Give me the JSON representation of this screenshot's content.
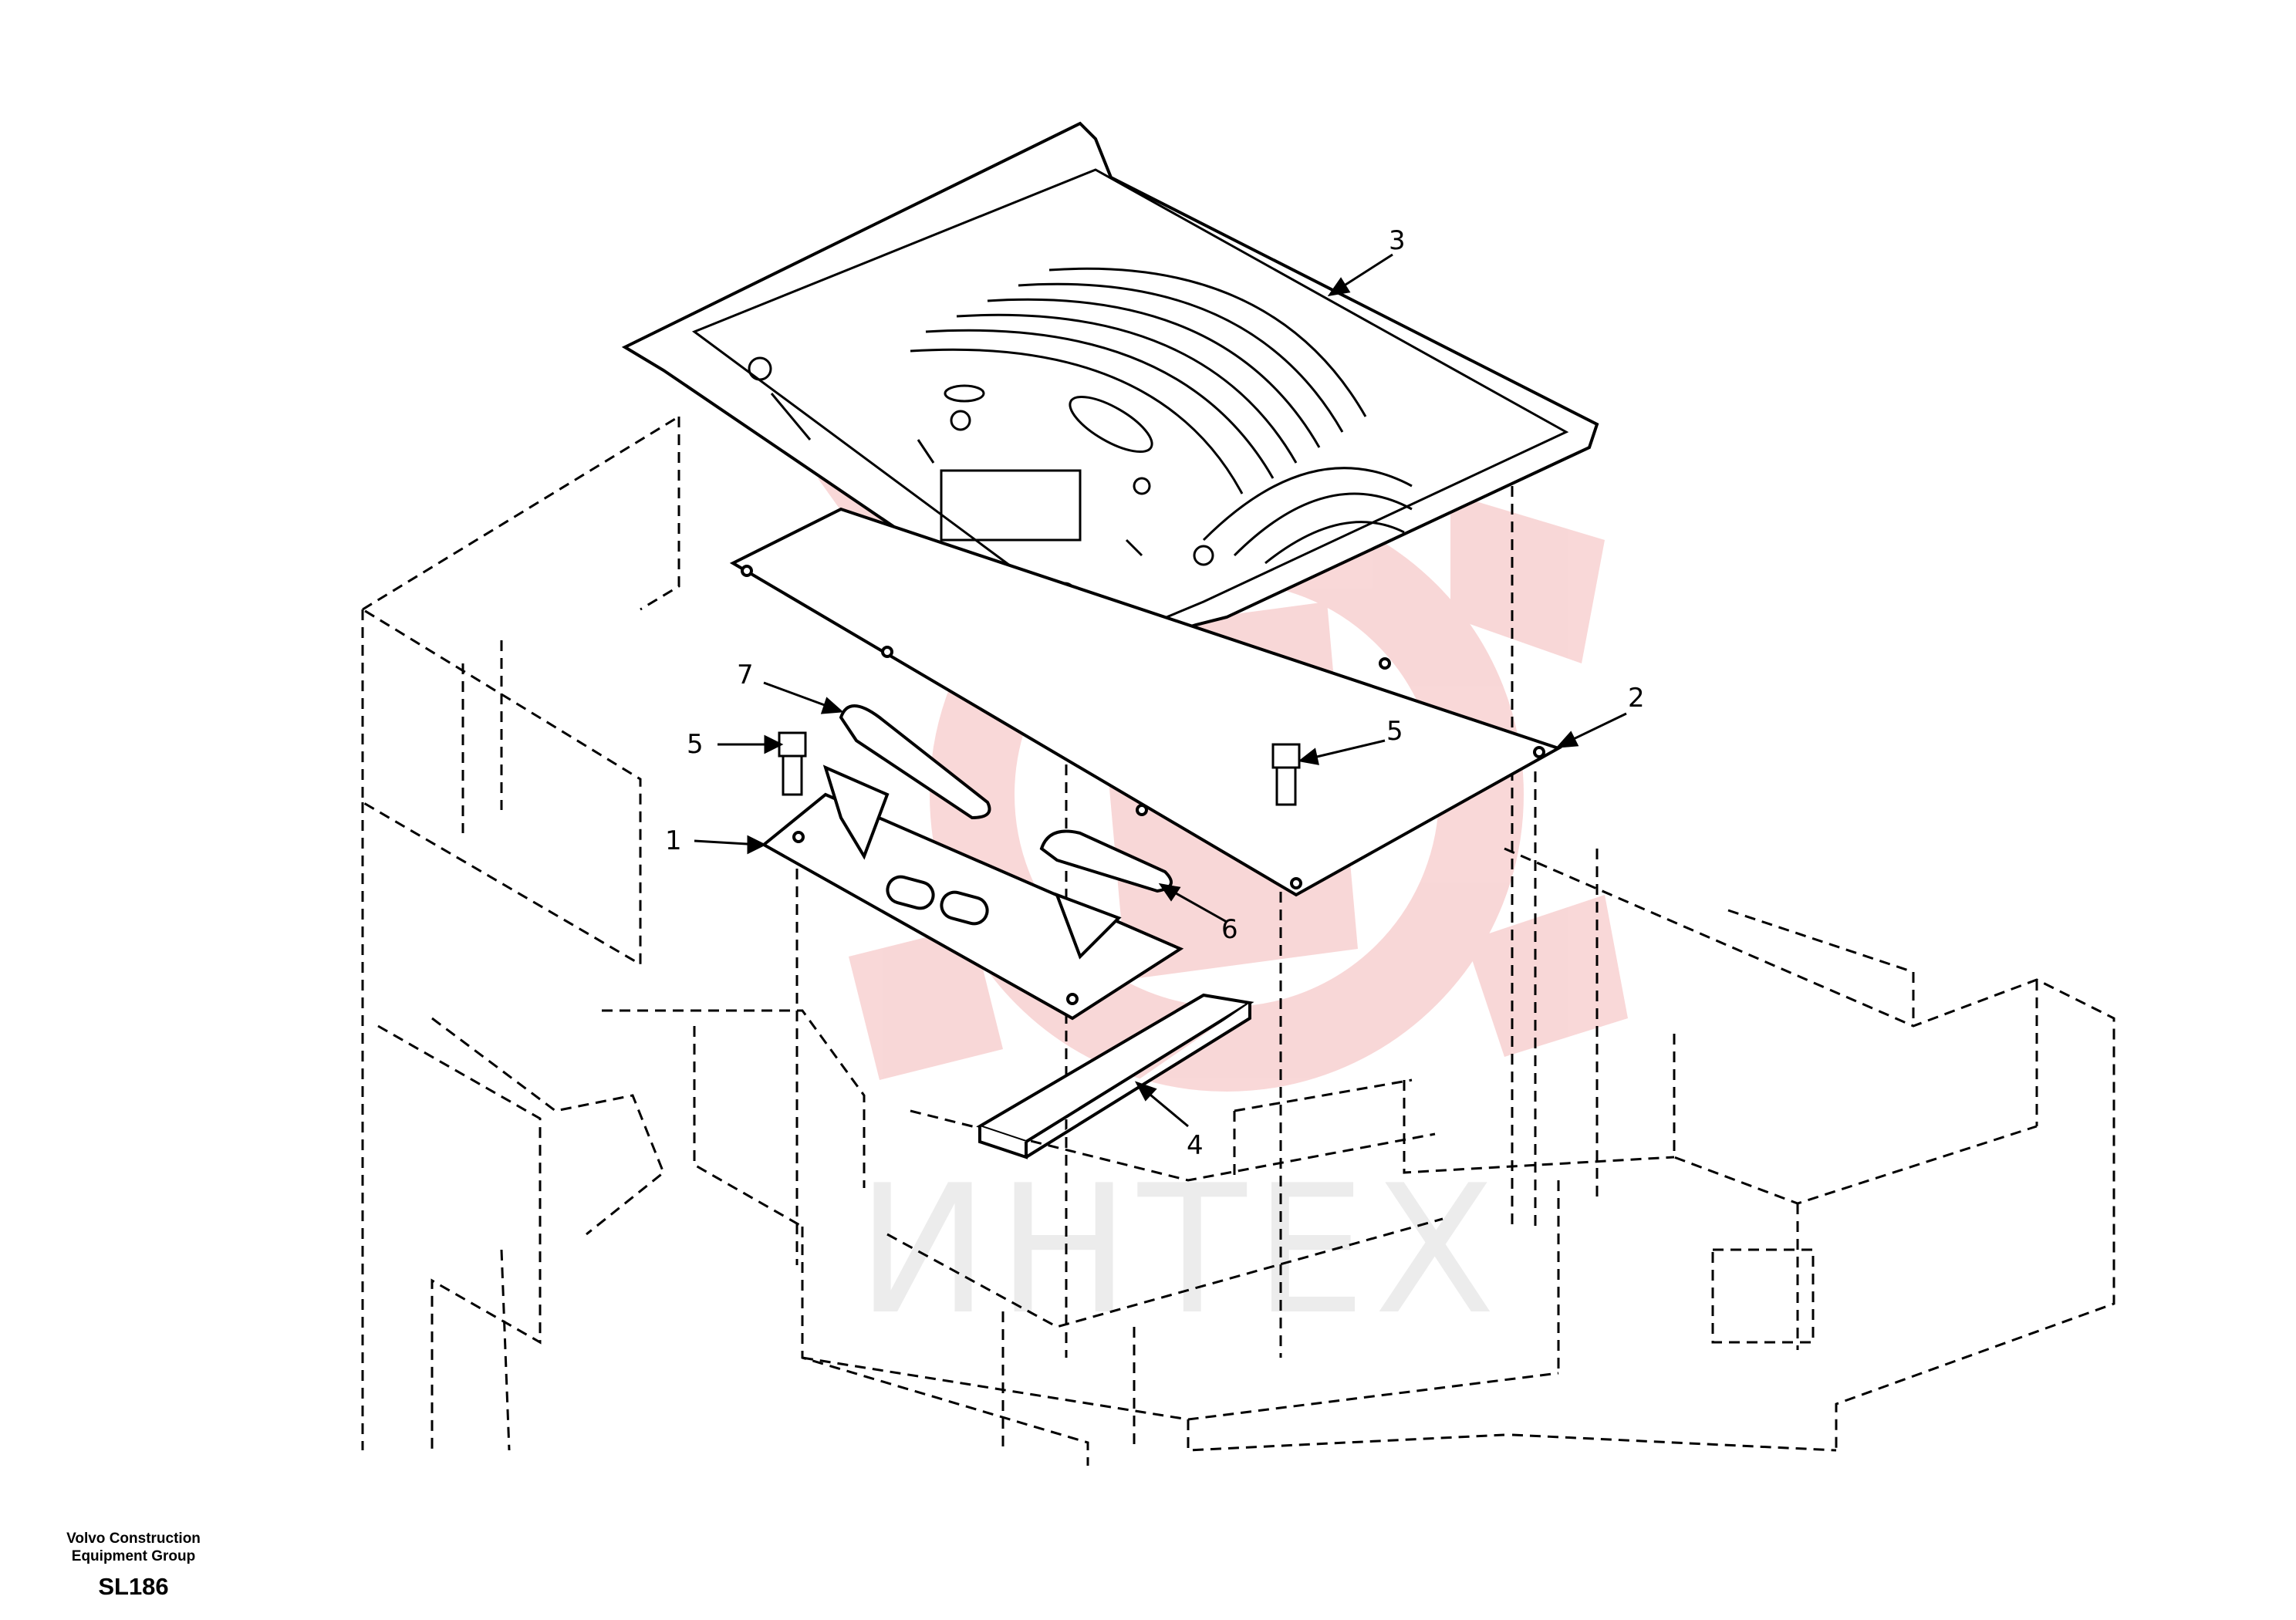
{
  "callouts": [
    {
      "id": "c1",
      "text": "1"
    },
    {
      "id": "c2",
      "text": "2"
    },
    {
      "id": "c3",
      "text": "3"
    },
    {
      "id": "c4",
      "text": "4"
    },
    {
      "id": "c5a",
      "text": "5"
    },
    {
      "id": "c5b",
      "text": "5"
    },
    {
      "id": "c6",
      "text": "6"
    },
    {
      "id": "c7",
      "text": "7"
    }
  ],
  "watermark": {
    "text": "ИНТЕХ",
    "color": "#f2b4b4"
  },
  "footer": {
    "company_line1": "Volvo Construction",
    "company_line2": "Equipment Group",
    "drawing_code": "SL186"
  }
}
